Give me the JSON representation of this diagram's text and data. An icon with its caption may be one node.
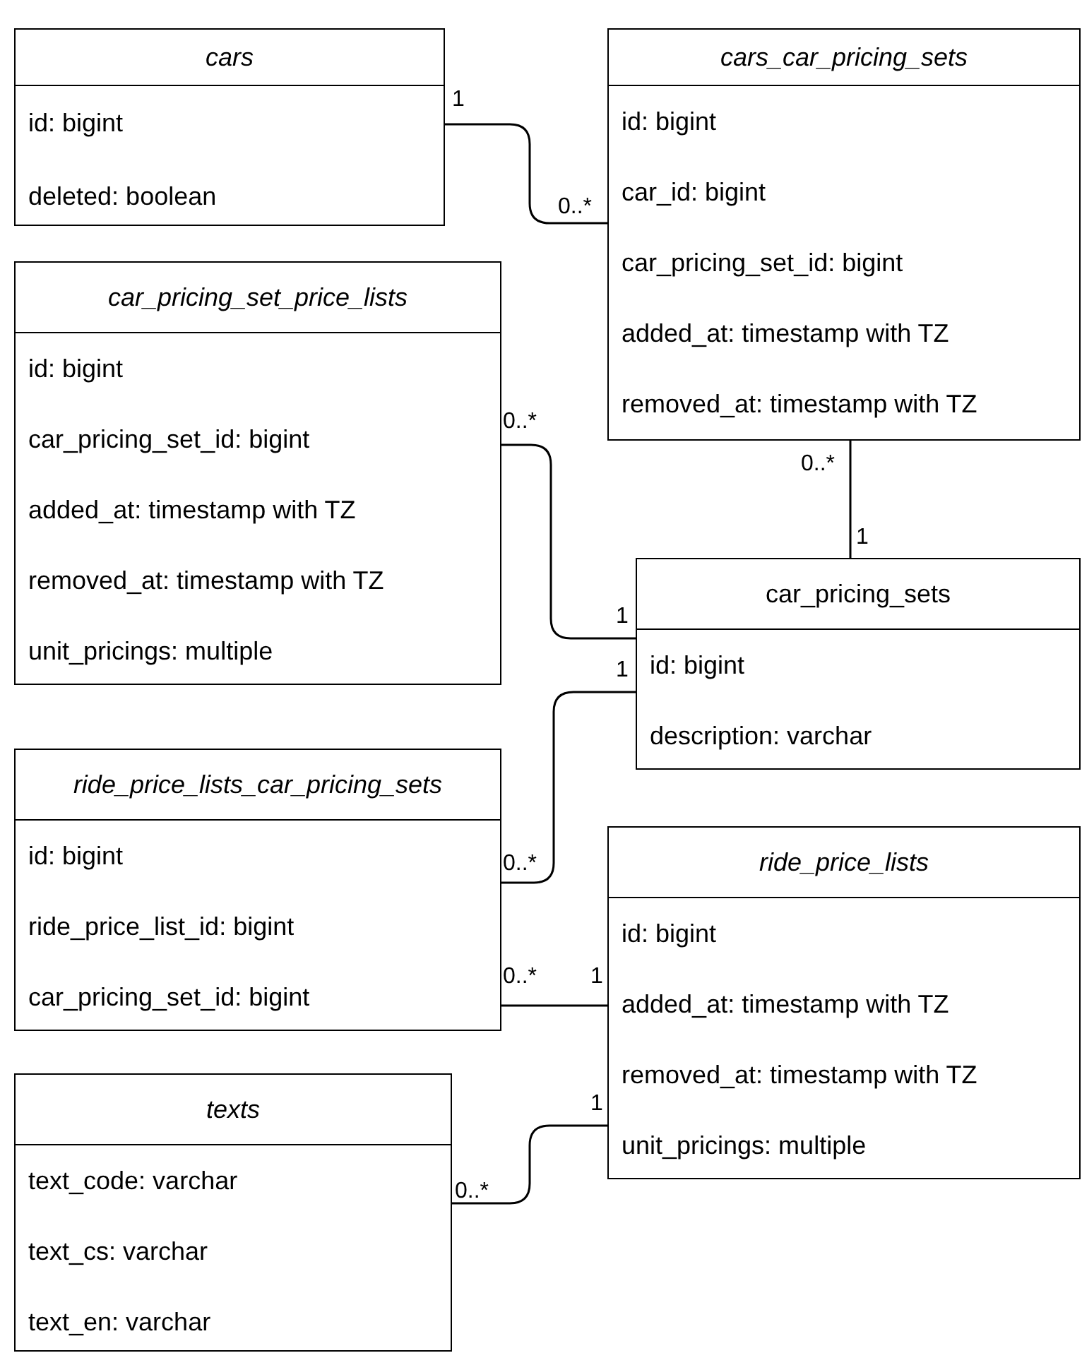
{
  "diagram": {
    "nodes": [
      {
        "text": [
          "cars",
          "id: bigint",
          "deleted: boolean"
        ]
      },
      {
        "text": [
          "cars_car_pricing_sets",
          "id: bigint",
          "car_id: bigint",
          "car_pricing_set_id: bigint",
          "added_at: timestamp with TZ",
          "removed_at: timestamp with TZ"
        ]
      },
      {
        "text": [
          "car_pricing_set_price_lists",
          "id: bigint",
          "car_pricing_set_id: bigint",
          "added_at: timestamp with TZ",
          "removed_at: timestamp with TZ",
          "unit_pricings: multiple"
        ]
      },
      {
        "text": [
          "car_pricing_sets",
          "id: bigint",
          "description: varchar"
        ]
      },
      {
        "text": [
          "ride_price_lists_car_pricing_sets",
          "id: bigint",
          "ride_price_list_id: bigint",
          "car_pricing_set_id: bigint"
        ]
      },
      {
        "text": [
          "ride_price_lists",
          "id: bigint",
          "added_at: timestamp with TZ",
          "removed_at: timestamp with TZ",
          "unit_pricings: multiple"
        ]
      },
      {
        "text": [
          "texts",
          "text_code: varchar",
          "text_cs: varchar",
          "text_en: varchar"
        ]
      }
    ],
    "edges": [
      {
        "from": 0,
        "to": 1,
        "arrow": "none"
      },
      {
        "from": 1,
        "to": 3,
        "arrow": "none"
      },
      {
        "from": 2,
        "to": 3,
        "arrow": "none"
      },
      {
        "from": 4,
        "to": 3,
        "arrow": "none"
      },
      {
        "from": 4,
        "to": 5,
        "arrow": "none"
      },
      {
        "from": 6,
        "to": 5,
        "arrow": "none"
      }
    ],
    "labels": [
      "1",
      "0..*",
      "0..*",
      "0..*",
      "1",
      "1",
      "1",
      "0..*",
      "0..*",
      "1",
      "1",
      "0..*"
    ]
  }
}
